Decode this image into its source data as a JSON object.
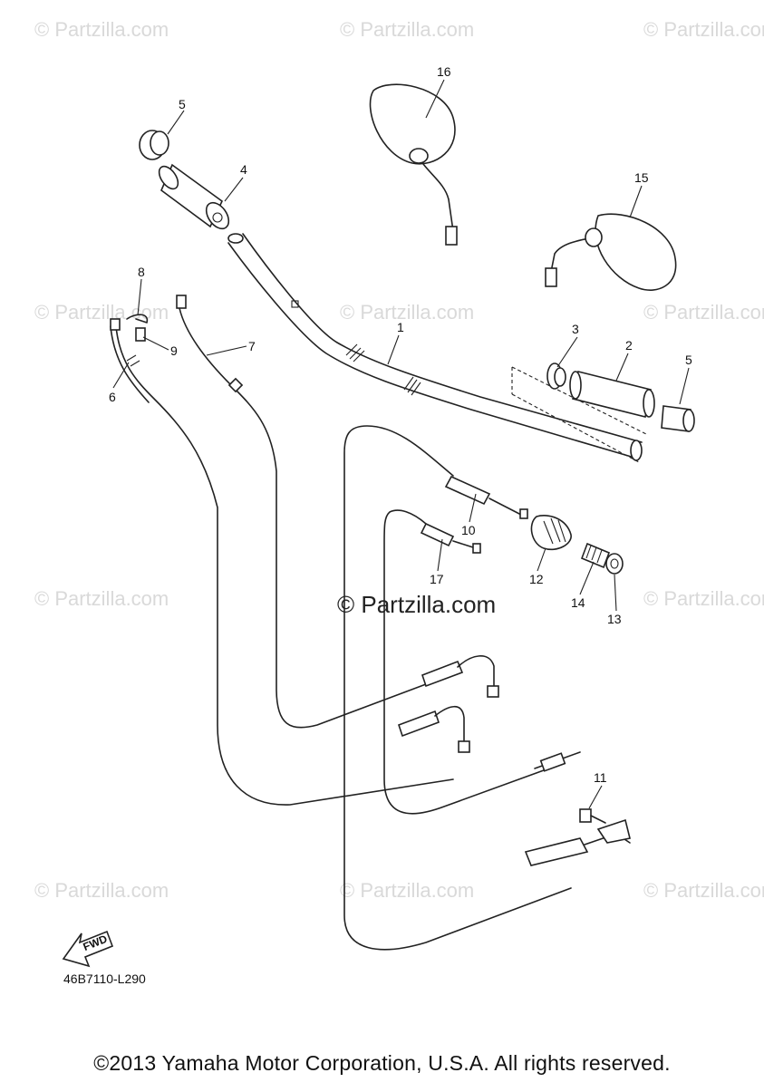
{
  "watermark_text": "© Partzilla.com",
  "center_watermark_text": "© Partzilla.com",
  "fwd_label": "FWD",
  "diagram_code": "46B7110-L290",
  "copyright": "©2013 Yamaha Motor Corporation, U.S.A. All rights reserved.",
  "callouts": {
    "c1": "1",
    "c2": "2",
    "c3": "3",
    "c4": "4",
    "c5a": "5",
    "c5b": "5",
    "c6": "6",
    "c7": "7",
    "c8": "8",
    "c9": "9",
    "c10": "10",
    "c11": "11",
    "c12": "12",
    "c13": "13",
    "c14": "14",
    "c15": "15",
    "c16": "16",
    "c17": "17"
  },
  "colors": {
    "line": "#222222",
    "watermark": "#d9d9d9"
  }
}
